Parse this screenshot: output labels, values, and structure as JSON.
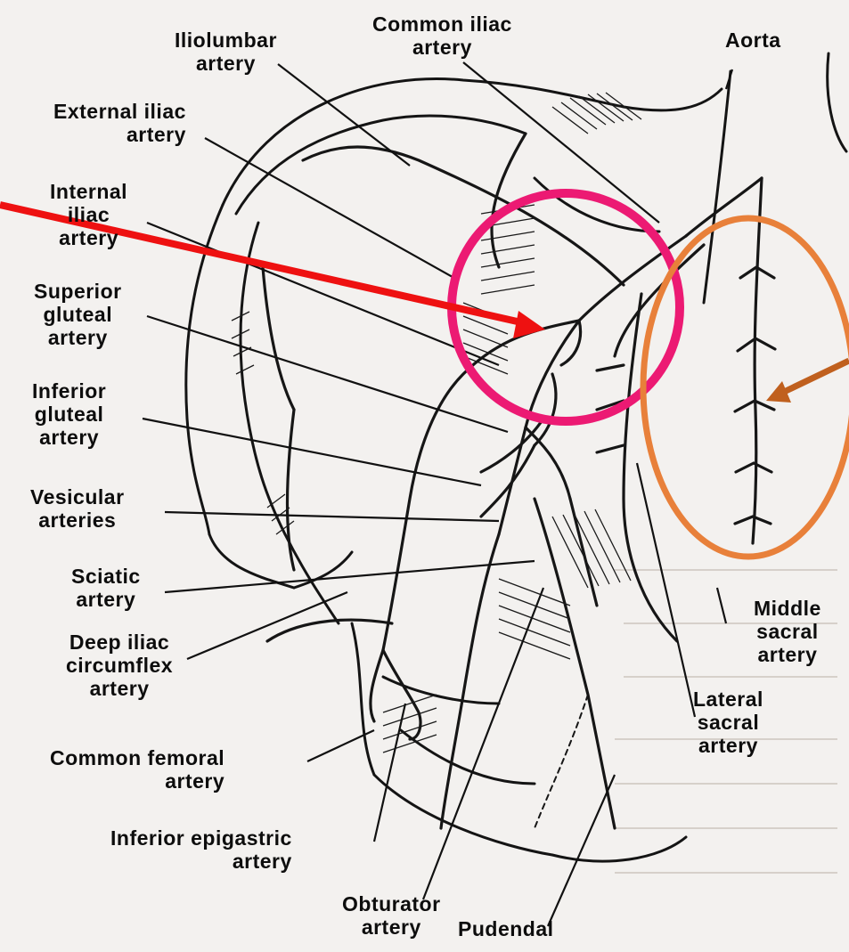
{
  "labels": {
    "iliolumbar": [
      "Iliolumbar",
      "artery"
    ],
    "common_iliac": [
      "Common iliac",
      "artery"
    ],
    "aorta": [
      "Aorta"
    ],
    "external_iliac": [
      "External iliac",
      "artery"
    ],
    "internal_iliac": [
      "Internal",
      "iliac",
      "artery"
    ],
    "superior_gluteal": [
      "Superior",
      "gluteal",
      "artery"
    ],
    "inferior_gluteal": [
      "Inferior",
      "gluteal",
      "artery"
    ],
    "vesicular": [
      "Vesicular",
      "arteries"
    ],
    "sciatic": [
      "Sciatic",
      "artery"
    ],
    "deep_iliac_circumflex": [
      "Deep iliac",
      "circumflex",
      "artery"
    ],
    "common_femoral": [
      "Common femoral",
      "artery"
    ],
    "inferior_epigastric": [
      "Inferior epigastric",
      "artery"
    ],
    "obturator": [
      "Obturator",
      "artery"
    ],
    "pudendal": [
      "Pudendal"
    ],
    "middle_sacral": [
      "Middle",
      "sacral",
      "artery"
    ],
    "lateral_sacral": [
      "Lateral",
      "sacral",
      "artery"
    ]
  },
  "colors": {
    "ink": "#111111",
    "pink_circle": "#ec1a73",
    "orange_ellipse": "#e8803a",
    "red_arrow": "#ee1111",
    "brown_arrow": "#c0601e"
  }
}
